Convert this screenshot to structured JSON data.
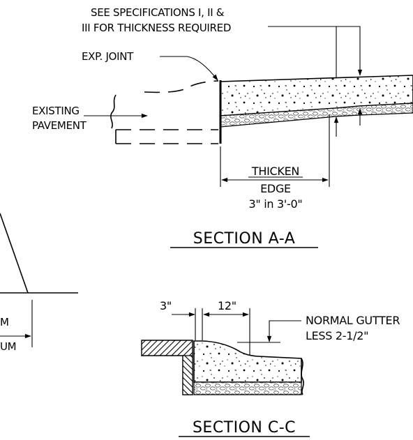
{
  "section_a": {
    "note_line1": "SEE SPECIFICATIONS I, II &",
    "note_line2": "III FOR THICKNESS REQUIRED",
    "exp_joint": "EXP. JOINT",
    "existing_line1": "EXISTING",
    "existing_line2": "PAVEMENT",
    "thicken_line1": "THICKEN",
    "thicken_line2": "EDGE",
    "thicken_line3": "3\" in 3'-0\"",
    "title": "SECTION A-A"
  },
  "left_fragment": {
    "label_top": "M",
    "label_bottom": "UM"
  },
  "section_c": {
    "dim_3": "3\"",
    "dim_12": "12\"",
    "gutter_line1": "NORMAL GUTTER",
    "gutter_line2": "LESS 2-1/2\"",
    "title": "SECTION C-C"
  }
}
